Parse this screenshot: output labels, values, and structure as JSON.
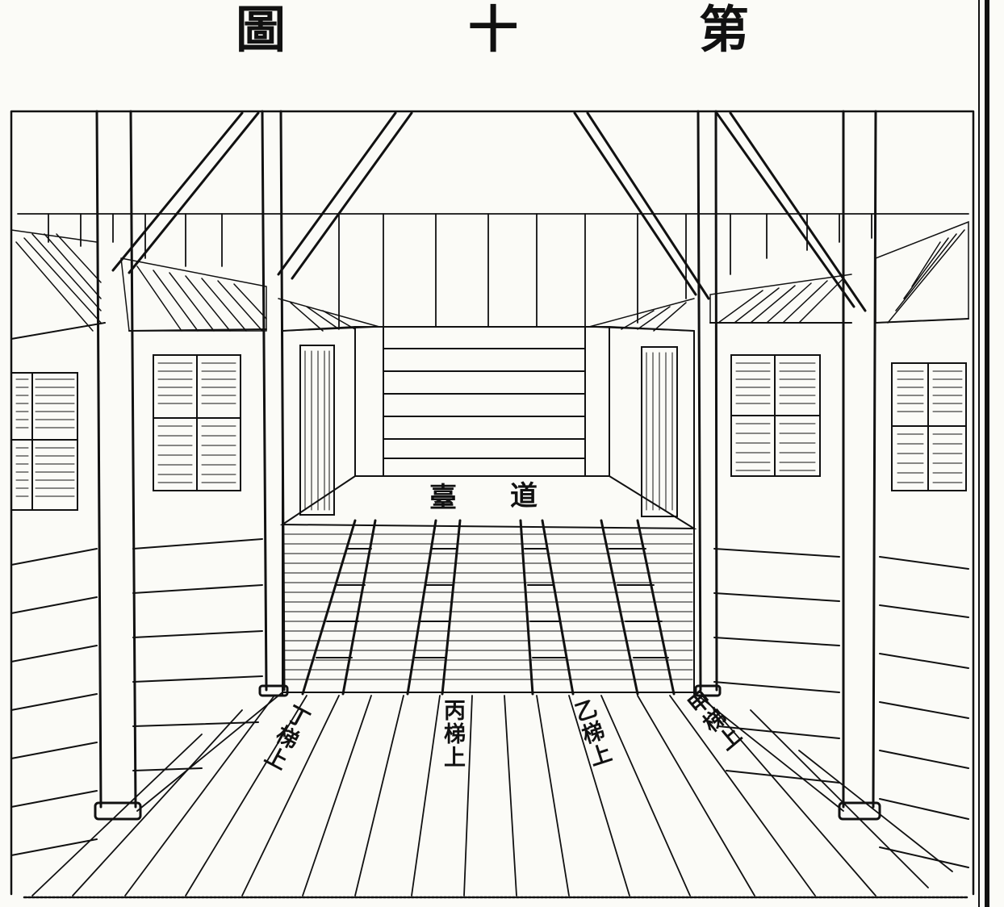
{
  "title": {
    "chars": [
      "第",
      "十",
      "圖"
    ]
  },
  "platform_label": [
    "道",
    "臺"
  ],
  "ladder_labels": {
    "ding": "丁梯上",
    "bing": "丙梯上",
    "yi": "乙梯上",
    "jia": "甲梯上"
  },
  "colors": {
    "ink": "#111111",
    "paper": "#fbfbf7"
  }
}
